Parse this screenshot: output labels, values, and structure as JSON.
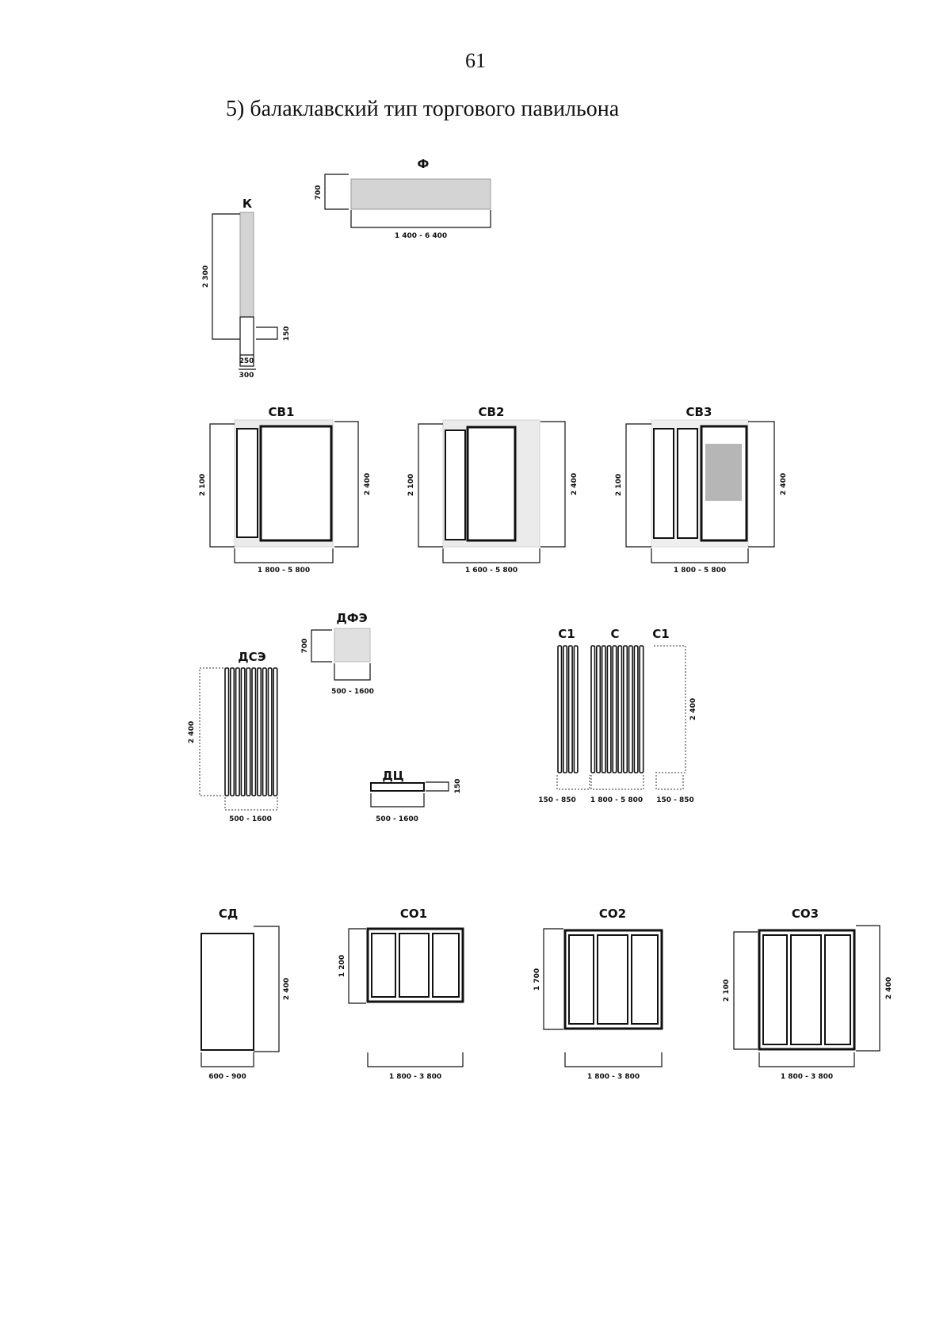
{
  "page": {
    "number": "61",
    "heading": "5) балаклавский тип торгового павильона"
  },
  "elements": {
    "k": {
      "label": "К",
      "height": "2 300",
      "offset": "150",
      "inner_width": "250",
      "width": "300"
    },
    "f": {
      "label": "Ф",
      "height": "700",
      "width": "1 400 - 6 400"
    },
    "sv1": {
      "label": "СВ1",
      "left_height": "2 100",
      "right_height": "2 400",
      "width": "1 800 - 5 800"
    },
    "sv2": {
      "label": "СВ2",
      "left_height": "2 100",
      "right_height": "2 400",
      "width": "1 600 - 5 800"
    },
    "sv3": {
      "label": "СВ3",
      "left_height": "2 100",
      "right_height": "2 400",
      "width": "1 800 - 5 800"
    },
    "dse": {
      "label": "ДСЭ",
      "height": "2 400",
      "width": "500 - 1600"
    },
    "dfe": {
      "label": "ДФЭ",
      "height": "700",
      "width": "500 - 1600"
    },
    "dc": {
      "label": "ДЦ",
      "height": "150",
      "width": "500 - 1600"
    },
    "c_group": {
      "label_left": "С1",
      "label_center": "С",
      "label_right": "С1",
      "height": "2 400",
      "width_left": "150 - 850",
      "width_center": "1 800 - 5 800",
      "width_right": "150 - 850"
    },
    "sd": {
      "label": "СД",
      "height": "2 400",
      "width": "600 - 900"
    },
    "so1": {
      "label": "СО1",
      "height": "1 200",
      "width": "1 800 - 3 800"
    },
    "so2": {
      "label": "СО2",
      "height": "1 700",
      "width": "1 800 - 3 800"
    },
    "so3": {
      "label": "СО3",
      "left_height": "2 100",
      "right_height": "2 400",
      "width": "1 800 - 3 800"
    }
  }
}
